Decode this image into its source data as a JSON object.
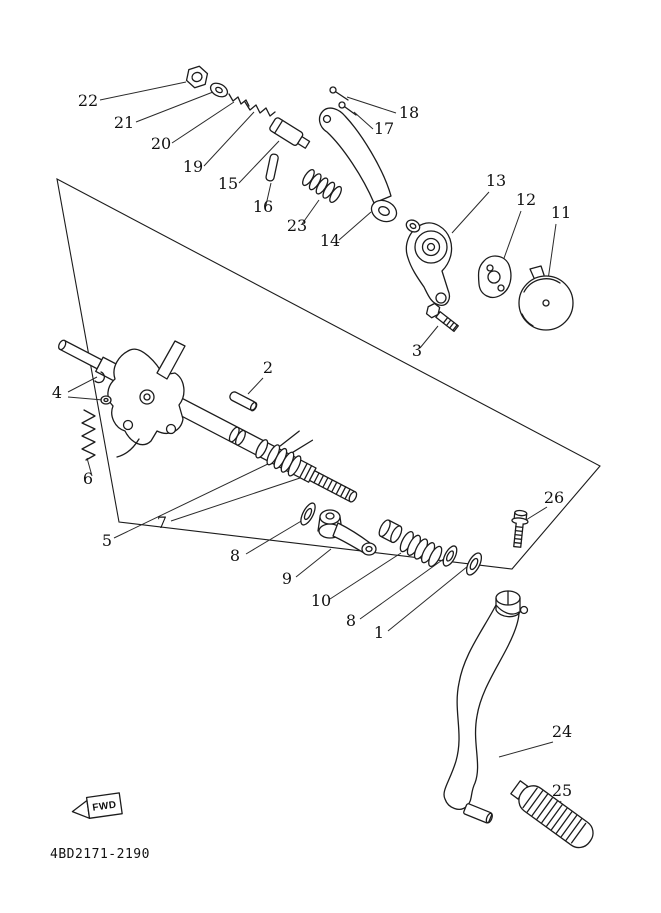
{
  "diagram": {
    "part_code": "4BD2171-2190",
    "fwd_label": "FWD",
    "colors": {
      "ink": "#1c1c1c",
      "paper": "#ffffff"
    },
    "callouts": [
      {
        "label": "22"
      },
      {
        "label": "21"
      },
      {
        "label": "20"
      },
      {
        "label": "19"
      },
      {
        "label": "15"
      },
      {
        "label": "16"
      },
      {
        "label": "23"
      },
      {
        "label": "14"
      },
      {
        "label": "17"
      },
      {
        "label": "18"
      },
      {
        "label": "13"
      },
      {
        "label": "12"
      },
      {
        "label": "11"
      },
      {
        "label": "3"
      },
      {
        "label": "2"
      },
      {
        "label": "4"
      },
      {
        "label": "6"
      },
      {
        "label": "5"
      },
      {
        "label": "7"
      },
      {
        "label": "8"
      },
      {
        "label": "9"
      },
      {
        "label": "10"
      },
      {
        "label": "8"
      },
      {
        "label": "1"
      },
      {
        "label": "26"
      },
      {
        "label": "24"
      },
      {
        "label": "25"
      }
    ]
  }
}
